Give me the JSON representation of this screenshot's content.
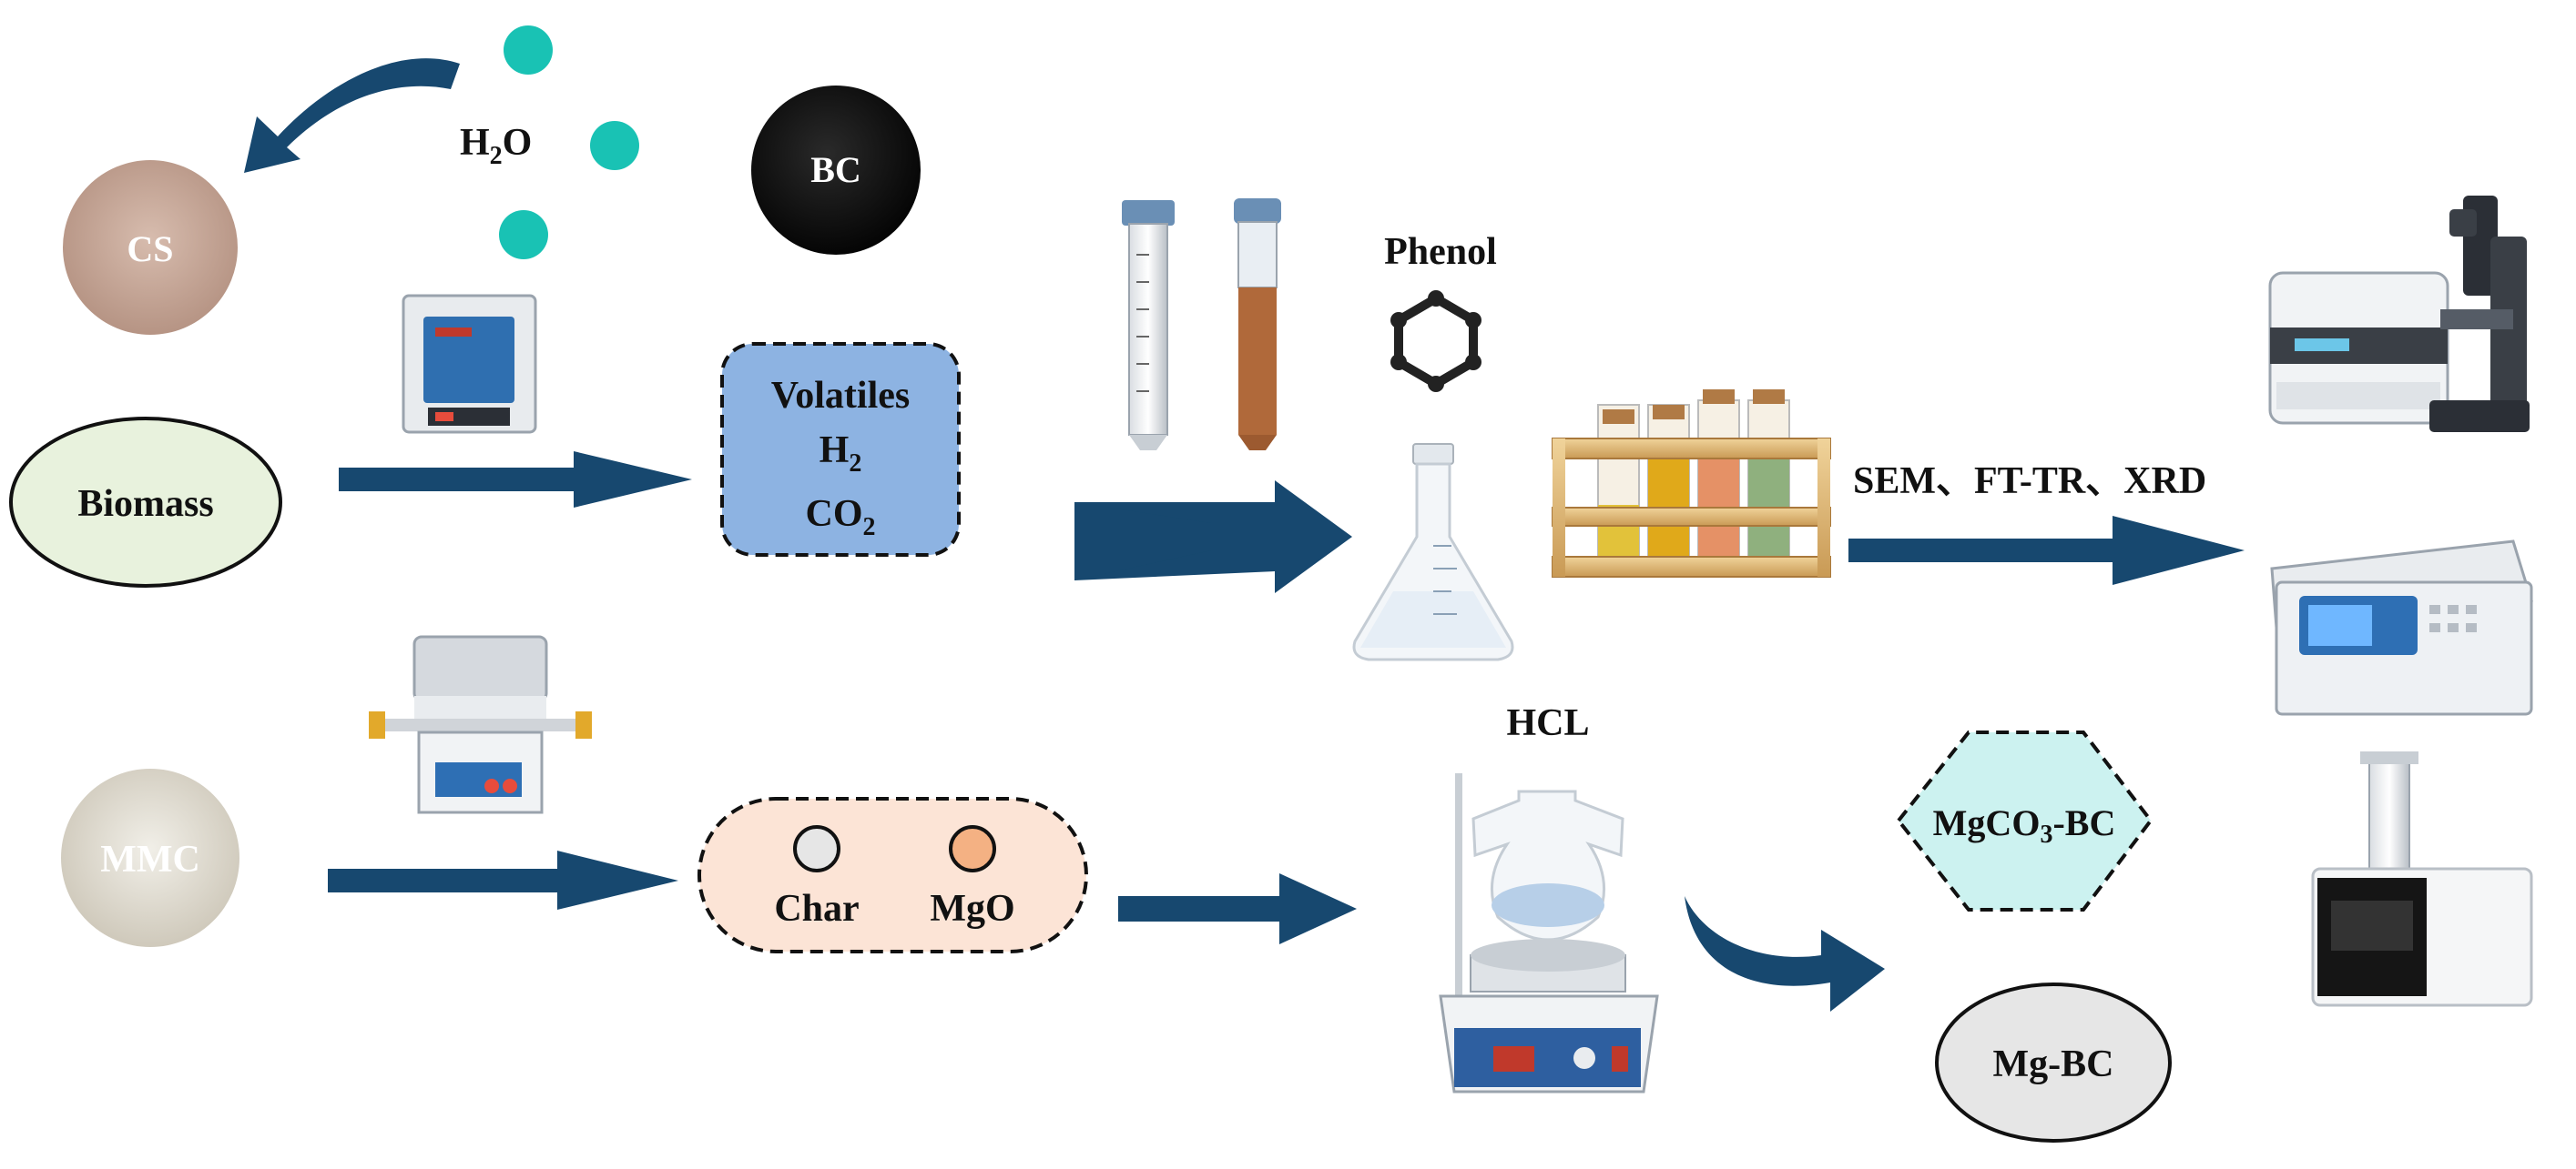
{
  "colors": {
    "arrow": "#17486f",
    "water_dot": "#19c2b4",
    "biomass_fill": "#e8f2dd",
    "volatiles_fill": "#8db3e2",
    "char_mgo_fill": "#fce4d6",
    "mgco3_fill": "#ccf2f0",
    "mgbc_fill": "#e6e6e6",
    "char_dot": "#e6e6e6",
    "mgo_dot": "#f4b183",
    "cs_texture": "#c9a99a",
    "bc_texture": "#111111",
    "mmc_texture": "#e4e0d6"
  },
  "icons": [
    "curved-arrow-icon",
    "water-molecule-icon",
    "drying-oven-icon",
    "tube-furnace-icon",
    "centrifuge-tube-icon",
    "benzene-ring-icon",
    "erlenmeyer-flask-icon",
    "test-tube-rack-icon",
    "ftir-spectrometer-icon",
    "microscope-icon",
    "centrifuge-icon",
    "thermal-analyzer-icon",
    "reaction-flask-stirrer-icon"
  ],
  "labels": {
    "cs": "CS",
    "water_h": "H",
    "water_sub": "2",
    "water_o": "O",
    "bc": "BC",
    "biomass": "Biomass",
    "volatiles": "Volatiles",
    "h2_h": "H",
    "h2_sub": "2",
    "co2_co": "CO",
    "co2_sub": "2",
    "phenol": "Phenol",
    "characterization": "SEM、FT-TR、XRD",
    "mmc": "MMC",
    "char": "Char",
    "mgo": "MgO",
    "hcl": "HCL",
    "mgco3_a": "MgCO",
    "mgco3_sub": "3",
    "mgco3_b": "-BC",
    "mgbc": "Mg-BC"
  }
}
